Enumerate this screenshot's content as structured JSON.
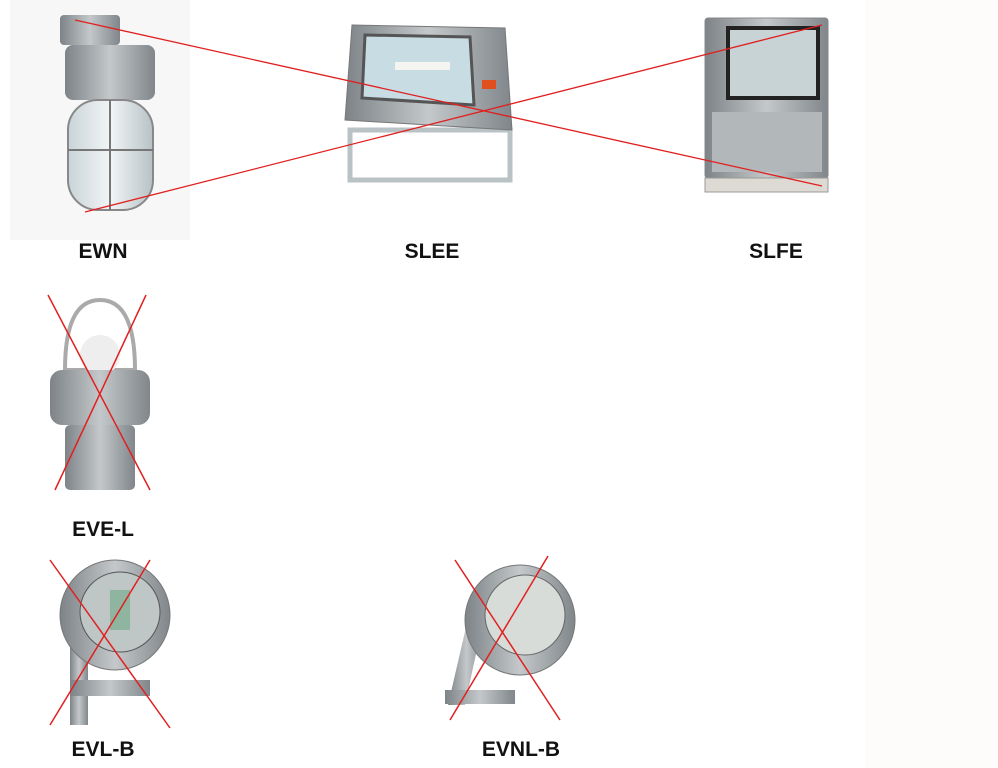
{
  "products": [
    {
      "name": "EWN",
      "crossed": false
    },
    {
      "name": "SLEE",
      "crossed": false
    },
    {
      "name": "SLFE",
      "crossed": false
    },
    {
      "name": "EVE-L",
      "crossed": true
    },
    {
      "name": "EVL-B",
      "crossed": true
    },
    {
      "name": "EVNL-B",
      "crossed": true
    }
  ],
  "colors": {
    "line": "#e02020",
    "housing": "#9ea3a6",
    "background_strip": "#fdfcfa"
  }
}
